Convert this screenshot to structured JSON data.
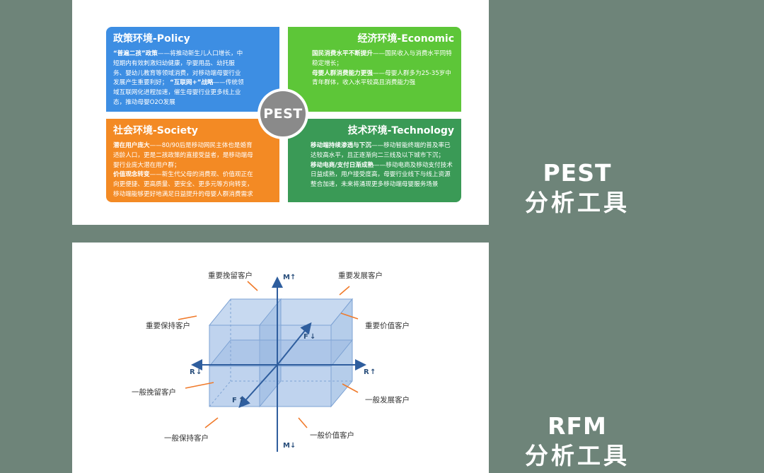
{
  "pest": {
    "center": "PEST",
    "policy": {
      "title": "政策环境-Policy",
      "p1_bold": "“普遍二孩”政策",
      "p1_text": "——将推动新生儿人口增长，中短期内有效刺激妇幼健康，孕婴用品、幼托服务、婴幼儿教育等领域消费，对移动端母婴行业发展产生重要利好；",
      "p2_bold": "“互联网+”战略",
      "p2_text": "——传统领域互联网化进程加速，催生母婴行业更多线上业态，推动母婴O2O发展"
    },
    "economic": {
      "title": "经济环境-Economic",
      "p1_bold": "国民消费水平不断提升",
      "p1_text": "——国民收入与消费水平同特稳定增长；",
      "p2_bold": "母婴人群消费能力更强",
      "p2_text": "——母婴人群多为25-35岁中青年群体，收入水平较高且消费能力强"
    },
    "society": {
      "title": "社会环境-Society",
      "p1_bold": "潜在用户庞大",
      "p1_text": "——80/90后是移动网民主体也是婚育适龄人口，更是二孩政策的直接受益者，是移动端母婴行业庞大潜在用户群；",
      "p2_bold": "价值观念转变",
      "p2_text": "——新生代父母的消费观、价值观正在向更便捷、更高质量、更安全、更多元等方向转变，移动端能够更好地满足日益提升的母婴人群消费需求"
    },
    "technology": {
      "title": "技术环境-Technology",
      "p1_bold": "移动端持续渗透与下沉",
      "p1_text": "——移动智能终端的普及率已达较高水平，且正逐渐向二三线及以下城市下沉；",
      "p2_bold": "移动电商/支付日渐成熟",
      "p2_text": "——移动电商及移动支付技术日益成熟，用户接受度高，母婴行业线下与线上资源整合加速，未来将涌现更多移动端母婴服务场景"
    }
  },
  "rfm": {
    "labels": {
      "important_retain": "重要挽留客户",
      "important_develop": "重要发展客户",
      "important_keep": "重要保持客户",
      "important_value": "重要价值客户",
      "general_retain": "一般挽留客户",
      "general_develop": "一般发展客户",
      "general_keep": "一般保持客户",
      "general_value": "一般价值客户"
    },
    "axes": {
      "m_up": "M",
      "m_down": "M",
      "r_left": "R",
      "r_right": "R",
      "f_up": "F",
      "f_down": "F"
    }
  },
  "side": {
    "pest_en": "PEST",
    "pest_zh": "分析工具",
    "rfm_en": "RFM",
    "rfm_zh": "分析工具"
  },
  "colors": {
    "background": "#6e8479",
    "policy": "#3d8ee3",
    "economic": "#5dc638",
    "society": "#f38a24",
    "technology": "#3a9a56",
    "center": "#8a8a8a",
    "cube": "#a9c4e8",
    "axis": "#2f5e9e",
    "pointer": "#f07a2a"
  }
}
